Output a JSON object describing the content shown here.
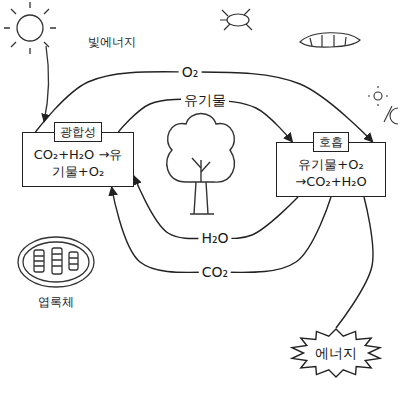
{
  "diagram": {
    "nodes": [
      {
        "text": [
          "광합성",
          "CO₂+H₂O →유기물+O₂"
        ]
      },
      {
        "text": [
          "호흡",
          "유기물+O₂ →CO₂+H₂O"
        ]
      },
      {
        "text": [
          "에너지"
        ]
      }
    ],
    "edges": [
      {
        "from": 0,
        "to": 1,
        "label": "O₂",
        "arrow": "to"
      },
      {
        "from": 0,
        "to": 1,
        "label": "유기물",
        "arrow": "to"
      },
      {
        "from": 1,
        "to": 0,
        "label": "H₂O",
        "arrow": "to"
      },
      {
        "from": 1,
        "to": 0,
        "label": "CO₂",
        "arrow": "to"
      },
      {
        "from": 1,
        "to": 2,
        "arrow": "none"
      }
    ],
    "labels": [
      "빛에너지",
      "엽록체"
    ]
  }
}
